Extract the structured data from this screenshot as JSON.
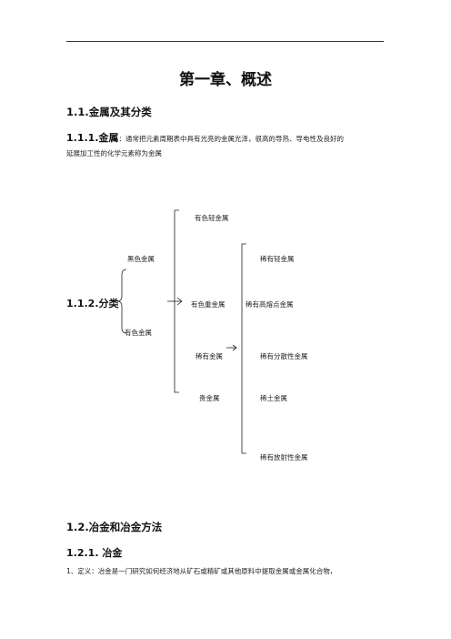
{
  "chapter_title": "第一章、概述",
  "s1_1": "1.1.金属及其分类",
  "s1_1_1_heading": "1.1.1.金属",
  "s1_1_1_def_line1": "：通常把元素周期表中具有光亮的金属光泽，很高的导热、导电性及良好的",
  "s1_1_1_def_line2": "延展加工性的化学元素称为金属",
  "tree": {
    "root": "1.1.2.分类",
    "ferrous": "黑色金属",
    "nonferrous": "有色金属",
    "light": "有色轻金属",
    "heavy": "有色重金属",
    "rare": "稀有金属",
    "precious": "贵金属",
    "rare_light": "稀有轻金属",
    "rare_refractory": "稀有高熔点金属",
    "rare_dispersed": "稀有分散性金属",
    "rare_earth": "稀土金属",
    "rare_radioactive": "稀有放射性金属"
  },
  "s1_2": "1.2.冶金和冶金方法",
  "s1_2_1": "1.2.1. 冶金",
  "s1_2_1_line1": "1、定义：冶金是一门研究如何经济地从矿石或精矿或其他原料中提取金属或金属化合物，"
}
